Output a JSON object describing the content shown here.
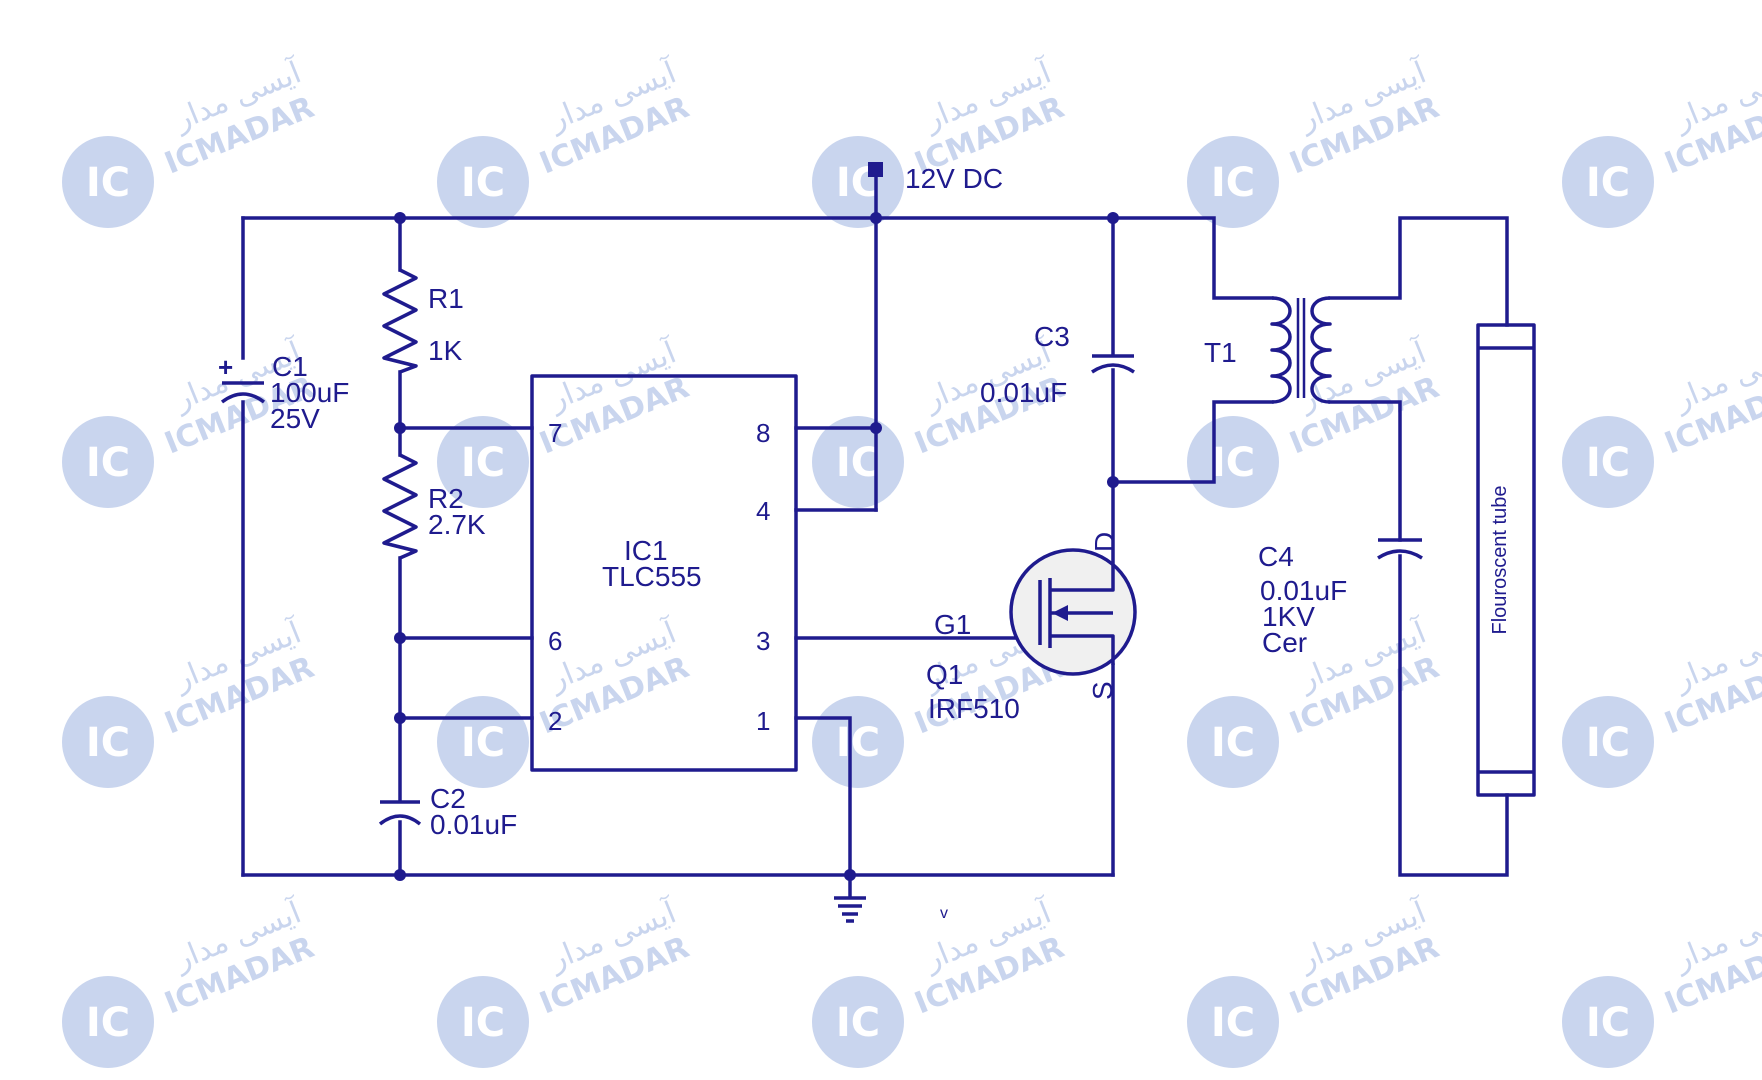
{
  "watermark": {
    "latin": "ICMADAR",
    "persian": "آیسی مدار",
    "badge": "IC"
  },
  "colors": {
    "ink": "#1f1b8e",
    "watermark": "#c9d5ee",
    "background": "#ffffff"
  },
  "supply": {
    "label": "12V DC"
  },
  "c1": {
    "name": "C1",
    "value": "100uF",
    "rating": "25V"
  },
  "r1": {
    "name": "R1",
    "value": "1K"
  },
  "r2": {
    "name": "R2",
    "value": "2.7K"
  },
  "c2": {
    "name": "C2",
    "value": "0.01uF"
  },
  "c3": {
    "name": "C3",
    "value": "0.01uF"
  },
  "c4": {
    "name": "C4",
    "value": "0.01uF",
    "rating": "1KV",
    "type": "Cer"
  },
  "ic1": {
    "name": "IC1",
    "part": "TLC555",
    "pins": {
      "p7": "7",
      "p8": "8",
      "p4": "4",
      "p6": "6",
      "p3": "3",
      "p2": "2",
      "p1": "1"
    }
  },
  "q1": {
    "name": "Q1",
    "part": "IRF510",
    "gate": "G1",
    "drain": "D",
    "source": "S"
  },
  "t1": {
    "name": "T1"
  },
  "tube": {
    "label": "Flouroscent tube"
  },
  "stray": {
    "mark": "v"
  }
}
